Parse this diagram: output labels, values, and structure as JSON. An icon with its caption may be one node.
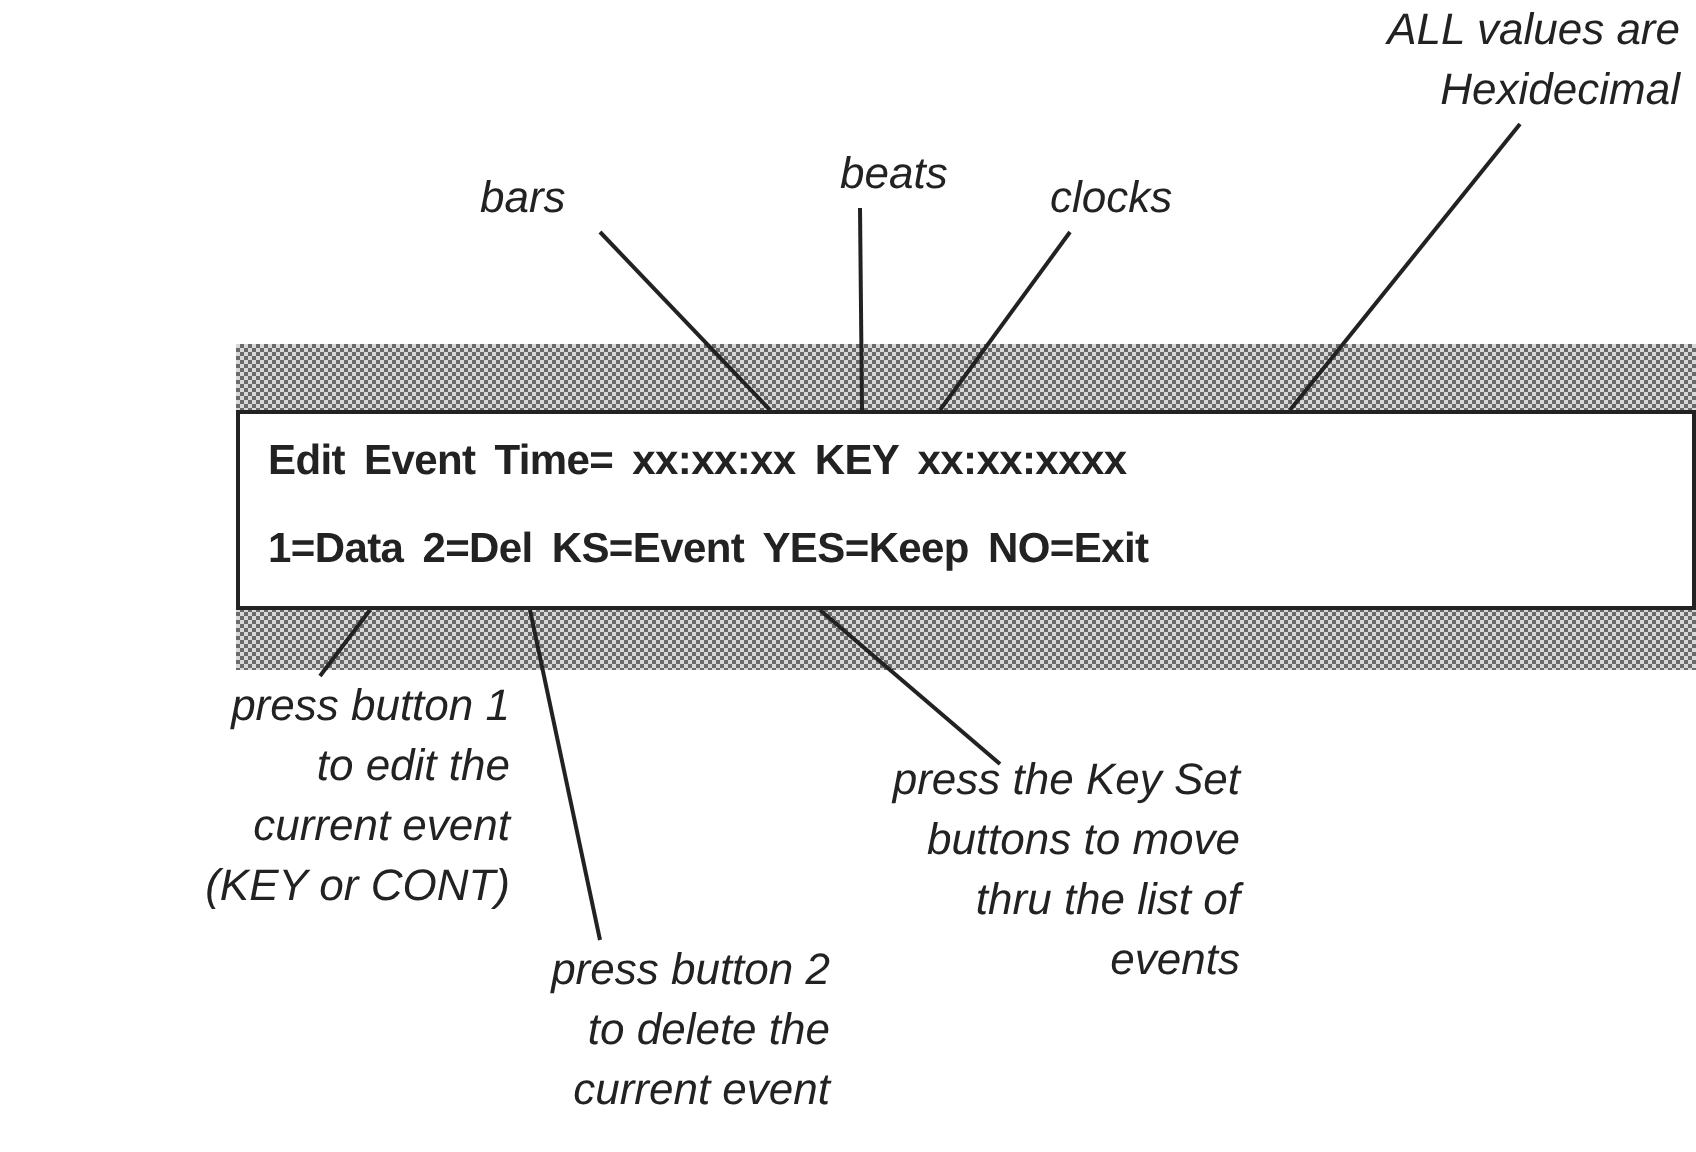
{
  "diagram": {
    "nodes": [
      {
        "text": [
          "Edit Event Time= xx:xx:xx KEY xx:xx:xxxx",
          "1=Data 2=Del KS=Event YES=Keep NO=Exit"
        ]
      },
      {
        "text": [
          "bars"
        ]
      },
      {
        "text": [
          "beats"
        ]
      },
      {
        "text": [
          "clocks"
        ]
      },
      {
        "text": [
          "ALL values are Hexidecimal"
        ]
      },
      {
        "text": [
          "press button 1 to edit the current event (KEY or CONT)"
        ]
      },
      {
        "text": [
          "press button 2 to delete the current event"
        ]
      },
      {
        "text": [
          "press the Key Set buttons to move thru the list of events"
        ]
      }
    ],
    "edges": [
      {
        "from": 1,
        "to": 0,
        "arrow": "none"
      },
      {
        "from": 2,
        "to": 0,
        "arrow": "none"
      },
      {
        "from": 3,
        "to": 0,
        "arrow": "none"
      },
      {
        "from": 4,
        "to": 0,
        "arrow": "none"
      },
      {
        "from": 5,
        "to": 0,
        "arrow": "none"
      },
      {
        "from": 6,
        "to": 0,
        "arrow": "none"
      },
      {
        "from": 7,
        "to": 0,
        "arrow": "none"
      }
    ]
  }
}
